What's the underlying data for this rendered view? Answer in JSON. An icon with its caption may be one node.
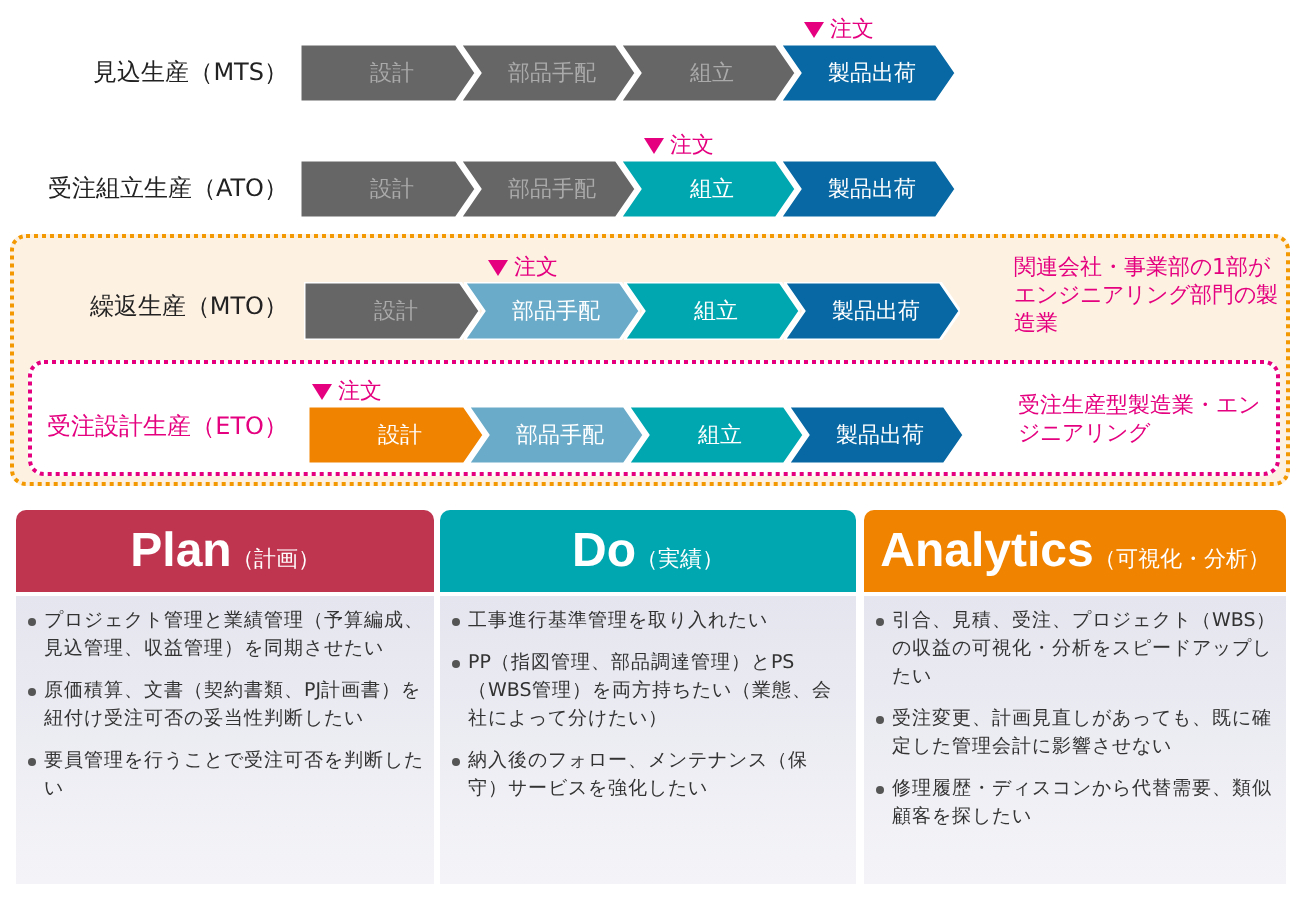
{
  "diagram": {
    "nodes": [
      {
        "text": [
          "設計"
        ]
      },
      {
        "text": [
          "部品手配"
        ]
      },
      {
        "text": [
          "組立"
        ]
      },
      {
        "text": [
          "製品出荷"
        ],
        "beside": [
          "注文"
        ]
      },
      {
        "text": [
          "設計"
        ]
      },
      {
        "text": [
          "部品手配"
        ]
      },
      {
        "text": [
          "組立"
        ],
        "beside": [
          "注文"
        ]
      },
      {
        "text": [
          "製品出荷"
        ]
      },
      {
        "text": [
          "関連会社・事業部の1部がエンジニアリング部門の製造業"
        ]
      },
      {
        "text": [
          "設計"
        ],
        "in": 8
      },
      {
        "text": [
          "部品手配"
        ],
        "in": 8,
        "beside": [
          "注文"
        ]
      },
      {
        "text": [
          "組立"
        ],
        "in": 8
      },
      {
        "text": [
          "製品出荷"
        ],
        "in": 8
      },
      {
        "text": [
          "受注生産型製造業・エンジニアリング"
        ],
        "in": 8
      },
      {
        "text": [
          "設計"
        ],
        "in": 13,
        "beside": [
          "注文"
        ]
      },
      {
        "text": [
          "部品手配"
        ],
        "in": 13
      },
      {
        "text": [
          "組立"
        ],
        "in": 13
      },
      {
        "text": [
          "製品出荷"
        ],
        "in": 13
      },
      {
        "text": [
          "Plan",
          "（計画）"
        ]
      },
      {
        "text": [
          "プロジェクト管理と業績管理（予算編成、見込管理、収益管理）を同期させたい",
          "原価積算、文書（契約書類、PJ計画書）を紐付け受注可否の妥当性判断したい",
          "要員管理を行うことで受注可否を判断したい"
        ]
      },
      {
        "text": [
          "Do",
          "（実績）"
        ]
      },
      {
        "text": [
          "工事進行基準管理を取り入れたい",
          "PP（指図管理、部品調達管理）とPS（WBS管理）を両方持ちたい（業態、会社によって分けたい）",
          "納入後のフォロー、メンテナンス（保守）サービスを強化したい"
        ]
      },
      {
        "text": [
          "Analytics",
          "（可視化・分析）"
        ]
      },
      {
        "text": [
          "引合、見積、受注、プロジェクト（WBS）の収益の可視化・分析をスピードアップしたい",
          "受注変更、計画見直しがあっても、既に確定した管理会計に影響させない",
          "修理履歴・ディスコンから代替需要、類似顧客を探したい"
        ]
      }
    ],
    "edges": [],
    "labels": [
      "見込生産（MTS）",
      "受注組立生産（ATO）",
      "繰返生産（MTO）",
      "受注設計生産（ETO）"
    ]
  }
}
